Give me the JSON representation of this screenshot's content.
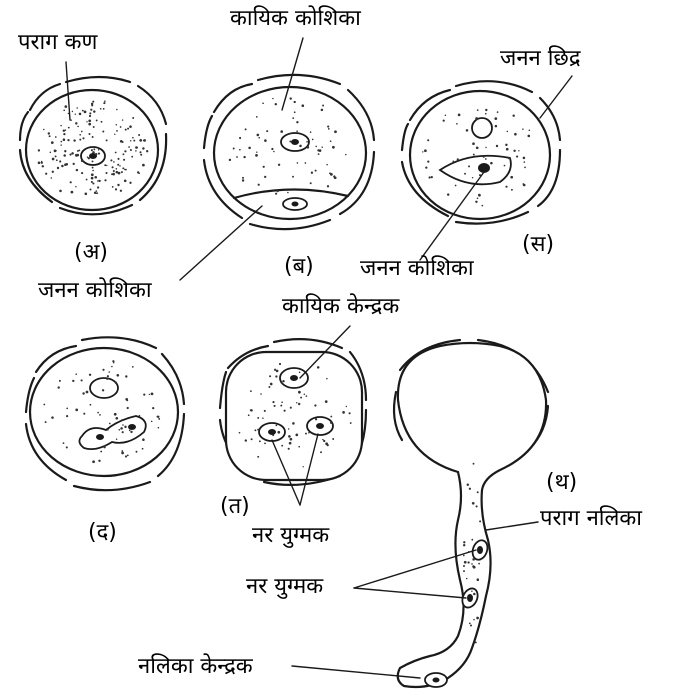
{
  "labels": {
    "pollen_grain": "पराग कण",
    "vegetative_cell": "कायिक कोशिका",
    "germ_pore": "जनन छिद्र",
    "generative_cell_left": "जनन कोशिका",
    "generative_cell_right": "जनन कोशिका",
    "vegetative_nucleus": "कायिक केन्द्रक",
    "male_gametes_t": "नर युग्मक",
    "male_gametes_tube": "नर युग्मक",
    "pollen_tube": "पराग नलिका",
    "tube_nucleus": "नलिका केन्द्रक"
  },
  "stages": {
    "a": "(अ)",
    "b": "(ब)",
    "s": "(स)",
    "d": "(द)",
    "t": "(त)",
    "th": "(थ)"
  }
}
